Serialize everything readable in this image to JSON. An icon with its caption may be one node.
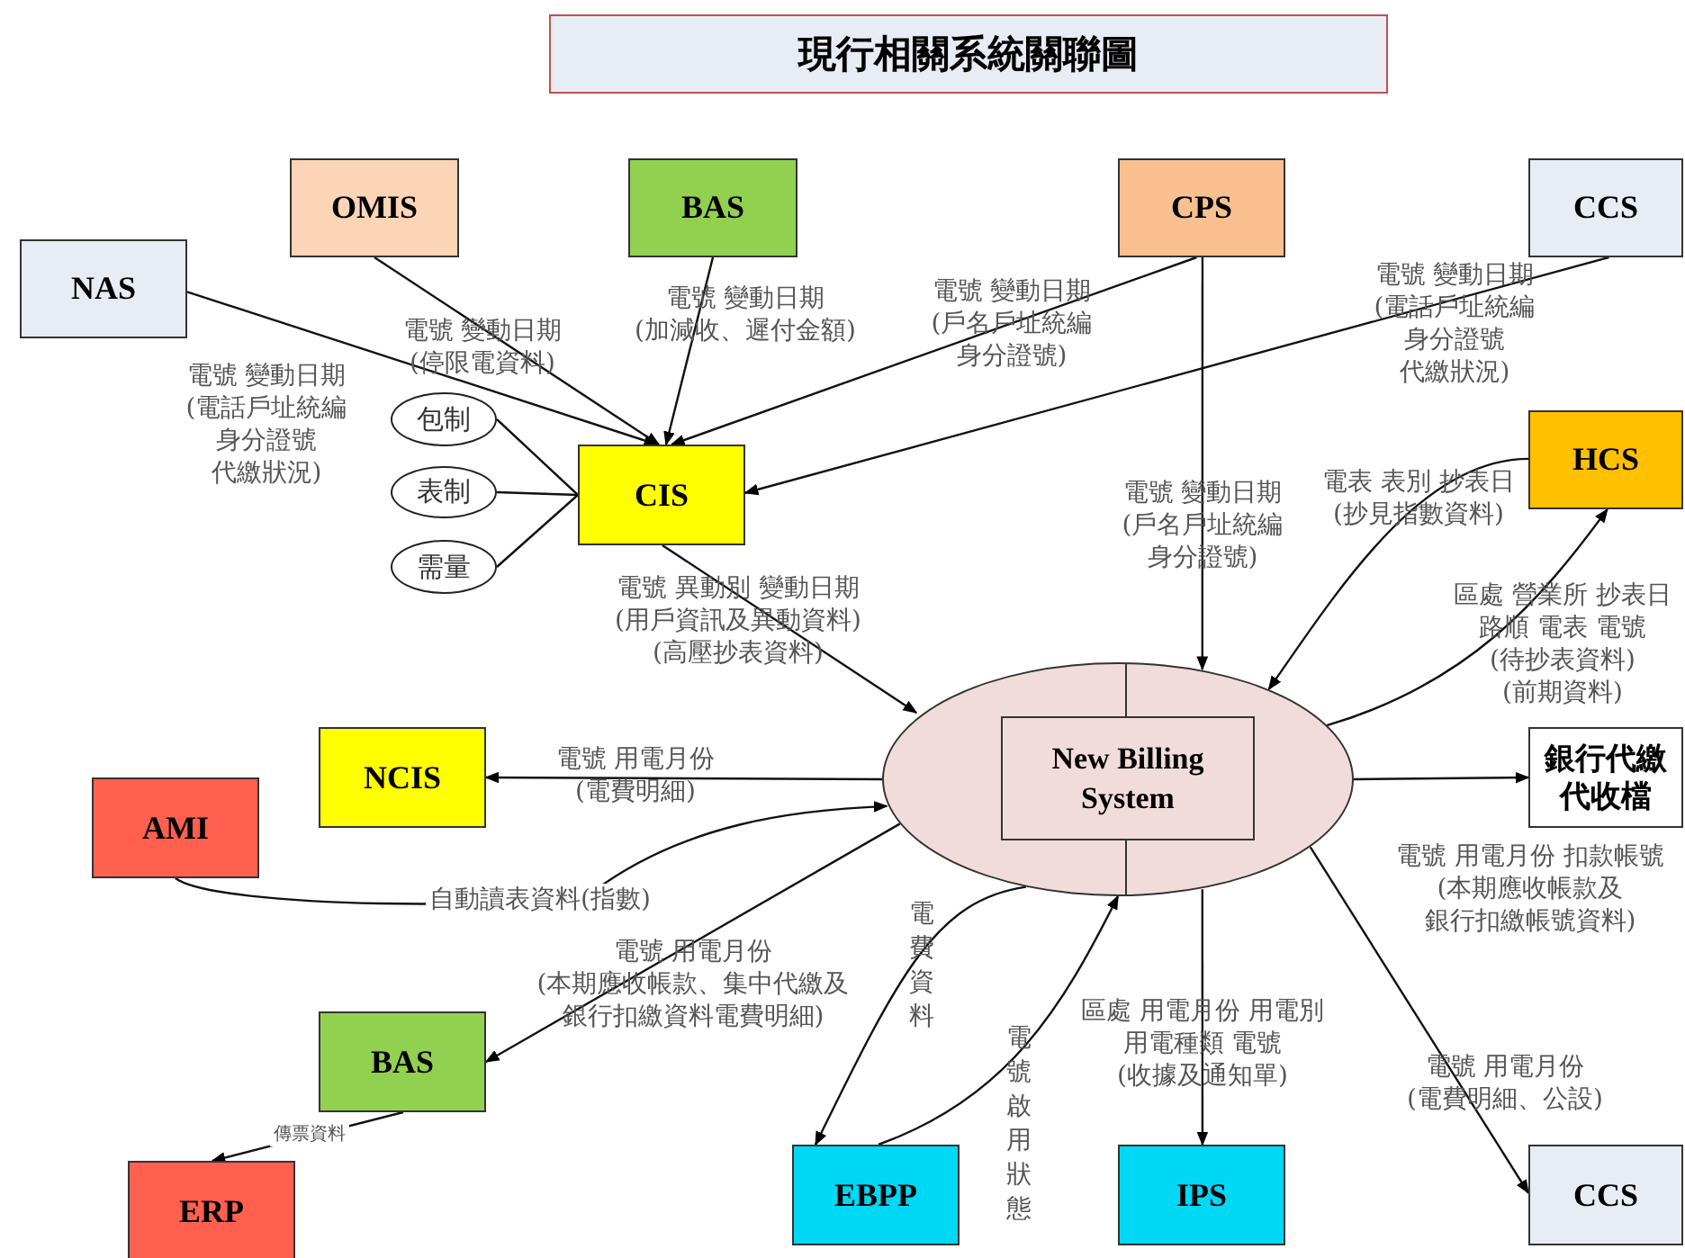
{
  "diagram": {
    "title": "現行相關系統關聯圖",
    "nodes": [
      {
        "text": [
          "OMIS"
        ]
      },
      {
        "text": [
          "BAS"
        ]
      },
      {
        "text": [
          "CPS"
        ]
      },
      {
        "text": [
          "CCS"
        ]
      },
      {
        "text": [
          "NAS"
        ]
      },
      {
        "text": [
          "HCS"
        ]
      },
      {
        "text": [
          "包制"
        ]
      },
      {
        "text": [
          "表制"
        ]
      },
      {
        "text": [
          "需量"
        ]
      },
      {
        "text": [
          "CIS"
        ]
      },
      {
        "text": [
          "New Billing System"
        ]
      },
      {
        "text": [
          "NCIS"
        ]
      },
      {
        "text": [
          "AMI"
        ]
      },
      {
        "text": [
          "銀行代繳代收檔"
        ]
      },
      {
        "text": [
          "BAS"
        ]
      },
      {
        "text": [
          "ERP"
        ]
      },
      {
        "text": [
          "EBPP"
        ]
      },
      {
        "text": [
          "IPS"
        ]
      },
      {
        "text": [
          "CCS"
        ]
      }
    ],
    "edges": [
      {
        "from": 0,
        "to": 9,
        "arrow": "to",
        "label": "電號 變動日期(停限電資料)"
      },
      {
        "from": 1,
        "to": 9,
        "arrow": "to",
        "label": "電號 變動日期(加減收、遲付金額)"
      },
      {
        "from": 2,
        "to": 9,
        "arrow": "to",
        "label": "電號 變動日期(戶名戶址統編身分證號)"
      },
      {
        "from": 3,
        "to": 9,
        "arrow": "to",
        "label": "電號 變動日期(電話戶址統編身分證號代繳狀況)"
      },
      {
        "from": 4,
        "to": 9,
        "arrow": "to",
        "label": "電號 變動日期(電話戶址統編身分證號代繳狀況)"
      },
      {
        "from": 6,
        "to": 9,
        "arrow": "none"
      },
      {
        "from": 7,
        "to": 9,
        "arrow": "none"
      },
      {
        "from": 8,
        "to": 9,
        "arrow": "none"
      },
      {
        "from": 9,
        "to": 10,
        "arrow": "to",
        "label": "電號 異動別 變動日期(用戶資訊及異動資料)(高壓抄表資料)"
      },
      {
        "from": 2,
        "to": 10,
        "arrow": "to",
        "label": "電號 變動日期(戶名戶址統編身分證號)"
      },
      {
        "from": 5,
        "to": 10,
        "arrow": "to",
        "label": "電表 表別 抄表日(抄見指數資料)"
      },
      {
        "from": 10,
        "to": 5,
        "arrow": "to",
        "label": "區處 營業所 抄表日路順 電表 電號(待抄表資料)(前期資料)"
      },
      {
        "from": 10,
        "to": 11,
        "arrow": "to",
        "label": "電號 用電月份(電費明細)"
      },
      {
        "from": 12,
        "to": 10,
        "arrow": "to",
        "label": "自動讀表資料(指數)"
      },
      {
        "from": 10,
        "to": 13,
        "arrow": "to",
        "label": "電號 用電月份 扣款帳號(本期應收帳款及銀行扣繳帳號資料)"
      },
      {
        "from": 10,
        "to": 14,
        "arrow": "to",
        "label": "電號 用電月份(本期應收帳款、集中代繳及銀行扣繳資料電費明細)"
      },
      {
        "from": 14,
        "to": 15,
        "arrow": "to",
        "label": "傳票資料"
      },
      {
        "from": 10,
        "to": 16,
        "arrow": "to",
        "label": "電費資料"
      },
      {
        "from": 16,
        "to": 10,
        "arrow": "to",
        "label": "電號啟用狀態"
      },
      {
        "from": 10,
        "to": 17,
        "arrow": "to",
        "label": "區處 用電月份 用電別用電種類 電號(收據及通知單)"
      },
      {
        "from": 10,
        "to": 18,
        "arrow": "to",
        "label": "電號 用電月份(電費明細、公設)"
      }
    ]
  }
}
